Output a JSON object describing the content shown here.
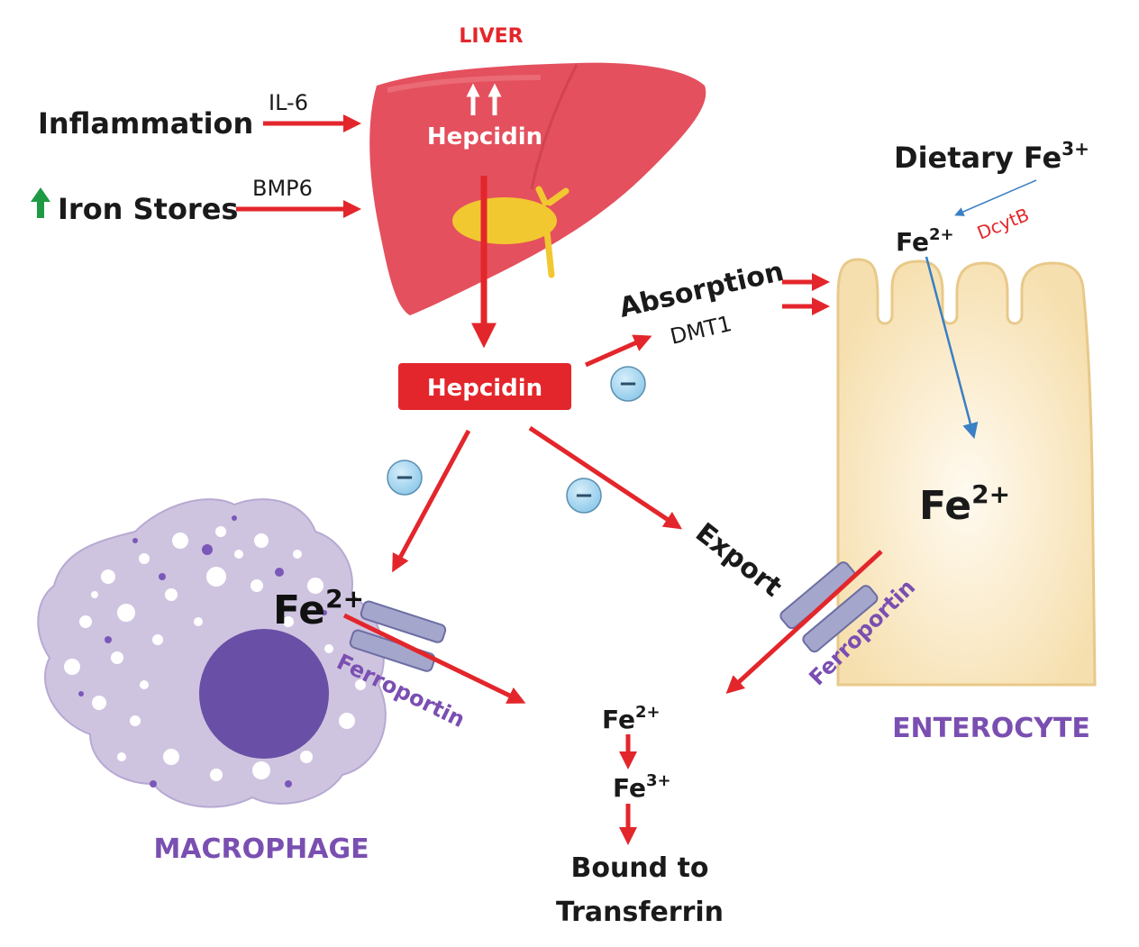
{
  "colors": {
    "red": "#e3262b",
    "liver": "#e4505e",
    "gallbladder": "#f2c830",
    "enterocyte": "#f8e4b7",
    "enterocyte_edge": "#e8c98a",
    "macrophage": "#cfc4e0",
    "nucleus": "#6a4fa6",
    "ferroportin": "#a5a6cc",
    "purple_text": "#7a4fb1",
    "inhibit": "#9fd3ef",
    "blue_arrow": "#3b7fc4",
    "green": "#1e9a45"
  },
  "labels": {
    "liver": "LIVER",
    "hepcidin_liver": "Hepcidin",
    "inflammation": "Inflammation",
    "il6": "IL-6",
    "iron_stores": "Iron Stores",
    "bmp6": "BMP6",
    "hepcidin_box": "Hepcidin",
    "dietary_fe": "Dietary Fe",
    "dietary_fe_sup": "3+",
    "fe2_top": "Fe",
    "fe2_top_sup": "2+",
    "dcytb": "DcytB",
    "absorption": "Absorption",
    "dmt1": "DMT1",
    "fe2_cell": "Fe",
    "fe2_cell_sup": "2+",
    "export": "Export",
    "ferroportin_right": "Ferroportin",
    "enterocyte": "ENTEROCYTE",
    "fe2_macro": "Fe",
    "fe2_macro_sup": "2+",
    "ferroportin_left": "Ferroportin",
    "macrophage": "MACROPHAGE",
    "fe2_bottom": "Fe",
    "fe2_bottom_sup": "2+",
    "fe3_bottom": "Fe",
    "fe3_bottom_sup": "3+",
    "bound_line1": "Bound to",
    "bound_line2": "Transferrin",
    "minus": "−"
  }
}
